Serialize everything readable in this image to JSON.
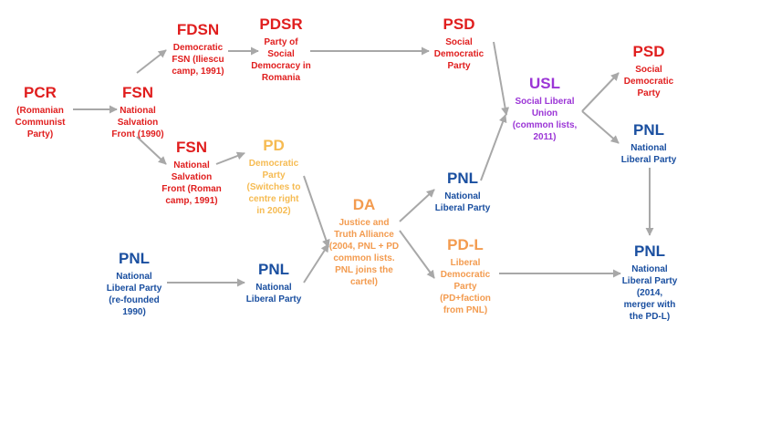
{
  "colors": {
    "arrow": "#a8a8a8",
    "red": "#e01e1e",
    "blue": "#1a4fa0",
    "yellow": "#f6bb52",
    "orange": "#f39b4f",
    "purple": "#9b35d6"
  },
  "nodes": [
    {
      "id": "pcr",
      "abbr": "PCR",
      "color": "red",
      "desc": [
        "(Romanian",
        "Communist",
        "Party)"
      ]
    },
    {
      "id": "fsn",
      "abbr": "FSN",
      "color": "red",
      "desc": [
        "National",
        "Salvation",
        "Front (1990)"
      ]
    },
    {
      "id": "fdsn",
      "abbr": "FDSN",
      "color": "red",
      "desc": [
        "Democratic",
        "FSN (Iliescu",
        "camp, 1991)"
      ]
    },
    {
      "id": "fsn-roman",
      "abbr": "FSN",
      "color": "red",
      "desc": [
        "National",
        "Salvation",
        "Front (Roman",
        "camp, 1991)"
      ]
    },
    {
      "id": "pdsr",
      "abbr": "PDSR",
      "color": "red",
      "desc": [
        "Party of",
        "Social",
        "Democracy in",
        "Romania"
      ]
    },
    {
      "id": "pd",
      "abbr": "PD",
      "color": "yellow",
      "desc": [
        "Democratic",
        "Party",
        "(Switches to",
        "centre right",
        "in 2002)"
      ]
    },
    {
      "id": "pnl-1990",
      "abbr": "PNL",
      "color": "blue",
      "desc": [
        "National",
        "Liberal Party",
        "(re-founded",
        "1990)"
      ]
    },
    {
      "id": "pnl-mid",
      "abbr": "PNL",
      "color": "blue",
      "desc": [
        "National",
        "Liberal Party"
      ]
    },
    {
      "id": "da",
      "abbr": "DA",
      "color": "orange",
      "desc": [
        "Justice and",
        "Truth Alliance",
        "(2004, PNL + PD",
        "common lists.",
        "PNL joins the",
        "cartel)"
      ]
    },
    {
      "id": "psd",
      "abbr": "PSD",
      "color": "red",
      "desc": [
        "Social",
        "Democratic",
        "Party"
      ]
    },
    {
      "id": "pnl-da",
      "abbr": "PNL",
      "color": "blue",
      "desc": [
        "National",
        "Liberal Party"
      ]
    },
    {
      "id": "pdl",
      "abbr": "PD-L",
      "color": "orange",
      "desc": [
        "Liberal",
        "Democratic",
        "Party",
        "(PD+faction",
        "from PNL)"
      ]
    },
    {
      "id": "usl",
      "abbr": "USL",
      "color": "purple",
      "desc": [
        "Social Liberal",
        "Union",
        "(common lists,",
        "2011)"
      ]
    },
    {
      "id": "psd-2",
      "abbr": "PSD",
      "color": "red",
      "desc": [
        "Social",
        "Democratic",
        "Party"
      ]
    },
    {
      "id": "pnl-usl",
      "abbr": "PNL",
      "color": "blue",
      "desc": [
        "National",
        "Liberal Party"
      ]
    },
    {
      "id": "pnl-2014",
      "abbr": "PNL",
      "color": "blue",
      "desc": [
        "National",
        "Liberal Party",
        "(2014,",
        "merger with",
        "the PD-L)"
      ]
    }
  ],
  "edges": [
    {
      "from": "pcr",
      "to": "fsn"
    },
    {
      "from": "fsn",
      "to": "fdsn"
    },
    {
      "from": "fsn",
      "to": "fsn-roman"
    },
    {
      "from": "fdsn",
      "to": "pdsr"
    },
    {
      "from": "pdsr",
      "to": "psd"
    },
    {
      "from": "fsn-roman",
      "to": "pd"
    },
    {
      "from": "pd",
      "to": "da"
    },
    {
      "from": "pnl-1990",
      "to": "pnl-mid"
    },
    {
      "from": "pnl-mid",
      "to": "da"
    },
    {
      "from": "da",
      "to": "pnl-da"
    },
    {
      "from": "da",
      "to": "pdl"
    },
    {
      "from": "psd",
      "to": "usl"
    },
    {
      "from": "pnl-da",
      "to": "usl"
    },
    {
      "from": "usl",
      "to": "psd-2"
    },
    {
      "from": "usl",
      "to": "pnl-usl"
    },
    {
      "from": "pnl-usl",
      "to": "pnl-2014"
    },
    {
      "from": "pdl",
      "to": "pnl-2014"
    }
  ]
}
